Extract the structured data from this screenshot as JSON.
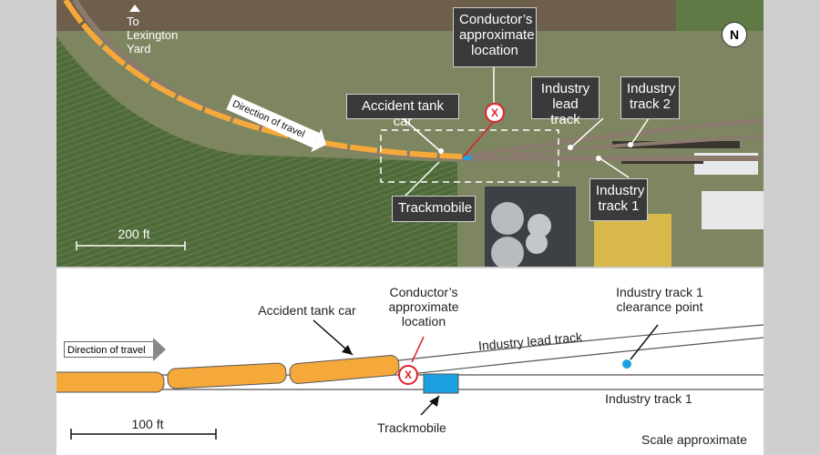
{
  "photo": {
    "destination_label": "To Lexington Yard",
    "direction_label": "Direction of travel",
    "labels": {
      "accident_tank_car": "Accident tank car",
      "conductor": "Conductor’s approximate location",
      "industry_lead_track": "Industry lead track",
      "industry_track_2": "Industry track 2",
      "trackmobile": "Trackmobile",
      "industry_track_1": "Industry track 1"
    },
    "compass": "N",
    "scale_label": "200 ft",
    "marker": "X"
  },
  "diagram": {
    "direction_label": "Direction of travel",
    "accident_tank_car": "Accident tank car",
    "conductor": "Conductor’s approximate location",
    "industry_lead_track": "Industry lead track",
    "clearance_point": "Industry track 1 clearance point",
    "industry_track_1": "Industry track 1",
    "trackmobile": "Trackmobile",
    "scale_label": "100 ft",
    "scale_note": "Scale approximate",
    "marker": "X"
  },
  "colors": {
    "tank_car": "#f5a93a",
    "trackmobile": "#1ba1e2",
    "marker": "#e0202a"
  }
}
